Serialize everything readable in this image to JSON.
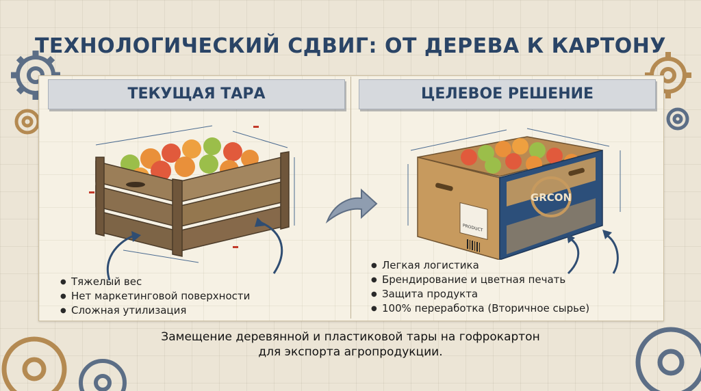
{
  "title": "ТЕХНОЛОГИЧЕСКИЙ СДВИГ: ОТ ДЕРЕВА К КАРТОНУ",
  "left_panel": {
    "header": "ТЕКУЩАЯ ТАРА",
    "bullets": [
      "Тяжелый вес",
      "Нет маркетинговой поверхности",
      "Сложная утилизация"
    ]
  },
  "right_panel": {
    "header": "ЦЕЛЕВОЕ РЕШЕНИЕ",
    "bullets": [
      "Легкая логистика",
      "Брендирование и цветная печать",
      "Защита продукта",
      "100% переработка (Вторичное сырье)"
    ],
    "box_brand": "GRCON",
    "box_label": "PRODUCT"
  },
  "footer": {
    "line1": "Замещение деревянной и пластиковой тары на гофрокартон",
    "line2": "для экспорта агропродукции."
  },
  "colors": {
    "title": "#2a4466",
    "wood": "#8a6f4e",
    "cardboard": "#c79a5e",
    "box_blue": "#2c4f7a",
    "arrow": "#3c5f86"
  }
}
